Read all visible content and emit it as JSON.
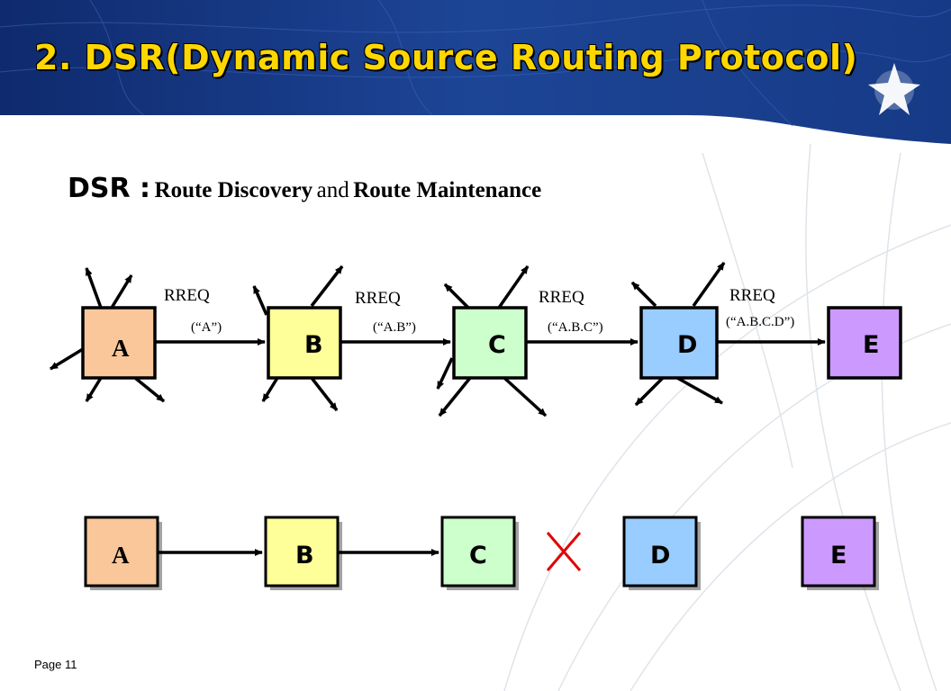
{
  "slide": {
    "title": "2. DSR(Dynamic Source Routing Protocol)",
    "subtitle": {
      "lead": "DSR :",
      "term1": "Route Discovery",
      "joiner": "and",
      "term2": "Route Maintenance"
    },
    "page": "Page 11"
  },
  "discovery": {
    "nodes": [
      {
        "label": "A",
        "color": "#f9c79a"
      },
      {
        "label": "B",
        "color": "#ffff99"
      },
      {
        "label": "C",
        "color": "#ccffcc"
      },
      {
        "label": "D",
        "color": "#99ccff"
      },
      {
        "label": "E",
        "color": "#cc99ff"
      }
    ],
    "links": [
      {
        "message": "RREQ",
        "route": "(“A”)"
      },
      {
        "message": "RREQ",
        "route": "(“A.B”)"
      },
      {
        "message": "RREQ",
        "route": "(“A.B.C”)"
      },
      {
        "message": "RREQ",
        "route": "(“A.B.C.D”)"
      }
    ]
  },
  "maintenance": {
    "nodes": [
      {
        "label": "A",
        "color": "#f9c79a"
      },
      {
        "label": "B",
        "color": "#ffff99"
      },
      {
        "label": "C",
        "color": "#ccffcc"
      },
      {
        "label": "D",
        "color": "#99ccff"
      },
      {
        "label": "E",
        "color": "#cc99ff"
      }
    ],
    "broken_link_color": "#e00000",
    "header_color": "#1a3a8c",
    "title_color": "#ffd700"
  }
}
